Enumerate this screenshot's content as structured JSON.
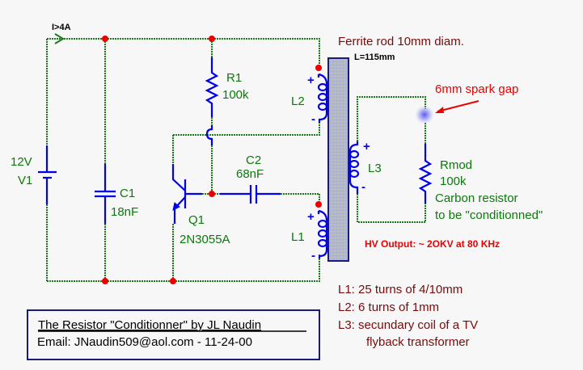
{
  "title_box": {
    "title": "The Resistor \"Conditionner\" by JL Naudin",
    "email": "Email: JNaudin509@aol.com - 11-24-00"
  },
  "current_label": "I>4A",
  "battery": {
    "voltage": "12V",
    "name": "V1"
  },
  "c1": {
    "name": "C1",
    "value": "18nF"
  },
  "r1": {
    "name": "R1",
    "value": "100k"
  },
  "c2": {
    "name": "C2",
    "value": "68nF"
  },
  "q1": {
    "name": "Q1",
    "part": "2N3055A"
  },
  "l1": {
    "name": "L1",
    "plus": "+",
    "minus": "-"
  },
  "l2": {
    "name": "L2",
    "plus": "+",
    "minus": "-"
  },
  "l3": {
    "name": "L3",
    "plus": "+",
    "minus": "-"
  },
  "ferrite": {
    "label": "Ferrite rod 10mm diam.",
    "length": "L=115mm"
  },
  "spark_gap": {
    "label": "6mm spark gap"
  },
  "rmod": {
    "name": "Rmod",
    "value": "100k",
    "desc_line1": "Carbon resistor",
    "desc_line2": "to be \"conditionned\""
  },
  "hv_output": "HV Output: ~ 2OKV at 80 KHz",
  "notes": [
    "L1: 25 turns of 4/10mm",
    "L2: 6 turns of 1mm",
    "L3: secundary coil of a TV",
    "flyback transformer"
  ],
  "colors": {
    "wire": "#1a7a1a",
    "component": "#0000ee",
    "junction": "#ee0000",
    "label_green": "#0a7a0a",
    "label_darkred": "#7a0a0a",
    "ferrite_fill": "#b8bcc8",
    "ferrite_border": "#1a1a7a"
  }
}
